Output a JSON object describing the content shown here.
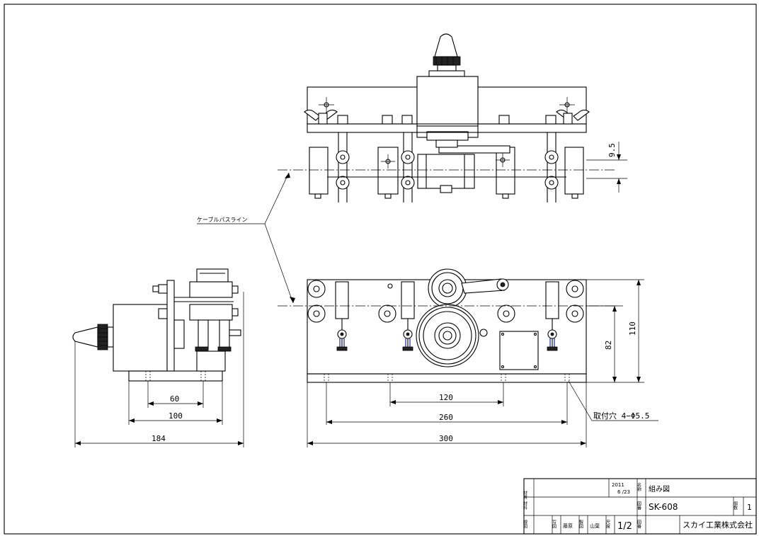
{
  "title_block": {
    "material_label": "材質",
    "name_label": "名称",
    "name": "組み図",
    "date_year": "2011",
    "date_day": "6 /23",
    "material2_label": "材料",
    "drawing_no_label": "図番",
    "part_no": "SK-608",
    "qty_label": "個数",
    "qty": "1",
    "line_label": "線図",
    "drafted_label": "写図",
    "drafter": "藤原",
    "checked_label": "製図",
    "checker": "山葉",
    "scale_label": "尺度",
    "scale": "1/2",
    "sheet_label": "図番",
    "company": "スカイ工業株式会社"
  },
  "annotations": {
    "cable_pass_line": "ケーブルパスライン",
    "mounting_holes": "取付穴 4−Φ5.5"
  },
  "dimensions": {
    "side_60": "60",
    "side_100": "100",
    "side_184": "184",
    "front_120": "120",
    "front_260": "260",
    "front_300": "300",
    "front_82": "82",
    "front_110": "110",
    "top_9_5": "9.5"
  }
}
